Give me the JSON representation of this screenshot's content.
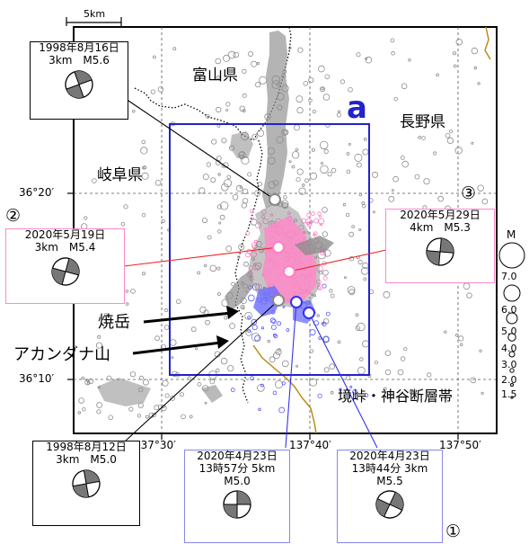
{
  "scale_bar": {
    "label": "5km"
  },
  "regions": {
    "toyama": "富山県",
    "nagano": "長野県",
    "gifu": "岐阜県"
  },
  "area_label": "a",
  "coords": {
    "lat_20": "36°20′",
    "lat_10": "36°10′",
    "lon_30": "137°30′",
    "lon_40": "137°40′",
    "lon_50": "137°50′"
  },
  "place_labels": {
    "yakedake": "焼岳",
    "akandana": "アカンダナ山",
    "fault": "境峠・神谷断層帯"
  },
  "markers": {
    "m1": "①",
    "m2": "②",
    "m3": "③"
  },
  "events": [
    {
      "id": "e1998_0816",
      "line1": "1998年8月16日",
      "line2": "3km　M5.6",
      "line3": ""
    },
    {
      "id": "e2020_0519",
      "line1": "2020年5月19日",
      "line2": "3km　M5.4",
      "line3": ""
    },
    {
      "id": "e2020_0529",
      "line1": "2020年5月29日",
      "line2": "4km　M5.3",
      "line3": ""
    },
    {
      "id": "e1998_0812",
      "line1": "1998年8月12日",
      "line2": "3km　M5.0",
      "line3": ""
    },
    {
      "id": "e2020_0423a",
      "line1": "2020年4月23日",
      "line2": "13時57分 5km",
      "line3": "M5.0"
    },
    {
      "id": "e2020_0423b",
      "line1": "2020年4月23日",
      "line2": "13時44分 3km",
      "line3": "M5.5"
    }
  ],
  "magnitude_legend": {
    "title": "M",
    "values": [
      "7.0",
      "6.0",
      "5.0",
      "4.0",
      "3.0",
      "2.0",
      "1.5"
    ]
  },
  "colors": {
    "frame": "#000000",
    "area_box": "#2222cc",
    "pink": "#ff7fc4",
    "blue_quake": "#5555ff",
    "gray_quake": "#8c8c8c",
    "river": "#b8860b",
    "red_line": "#ee2222",
    "pink_box": "#ff88cc",
    "blue_box": "#8888ee"
  }
}
